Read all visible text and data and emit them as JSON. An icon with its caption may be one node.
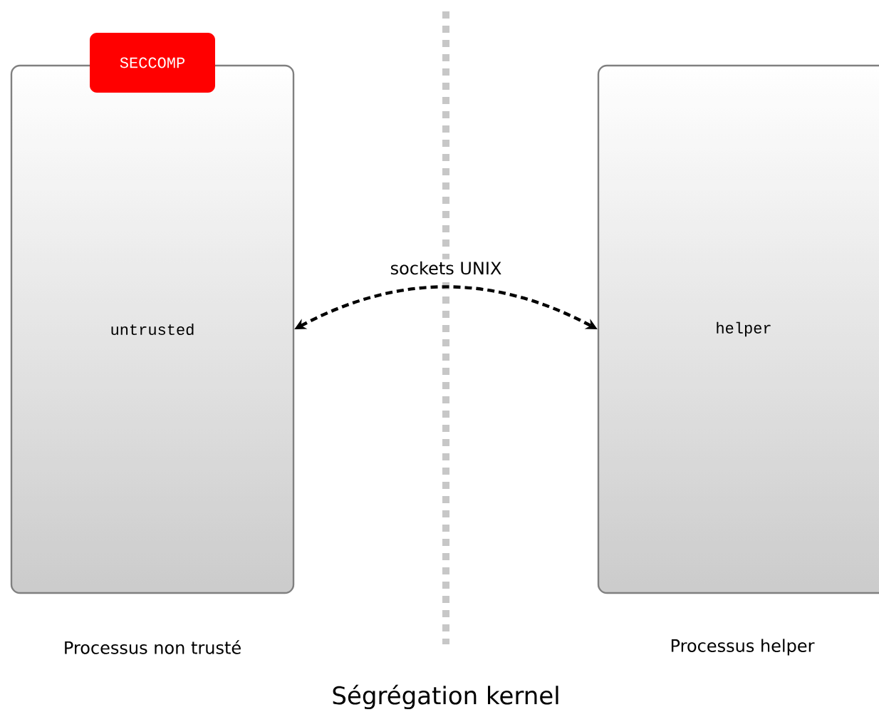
{
  "diagram": {
    "caption": "Ségrégation kernel",
    "nodes": [
      {
        "text": [
          "untrusted"
        ],
        "beside": [
          "Processus non trusté"
        ]
      },
      {
        "text": [
          "SECCOMP"
        ]
      },
      {
        "text": [
          "helper"
        ],
        "beside": [
          "Processus helper"
        ]
      }
    ],
    "edges": [
      {
        "from": 0,
        "to": 2,
        "arrow": "both",
        "label": "sockets UNIX",
        "style": "dashed"
      }
    ]
  }
}
